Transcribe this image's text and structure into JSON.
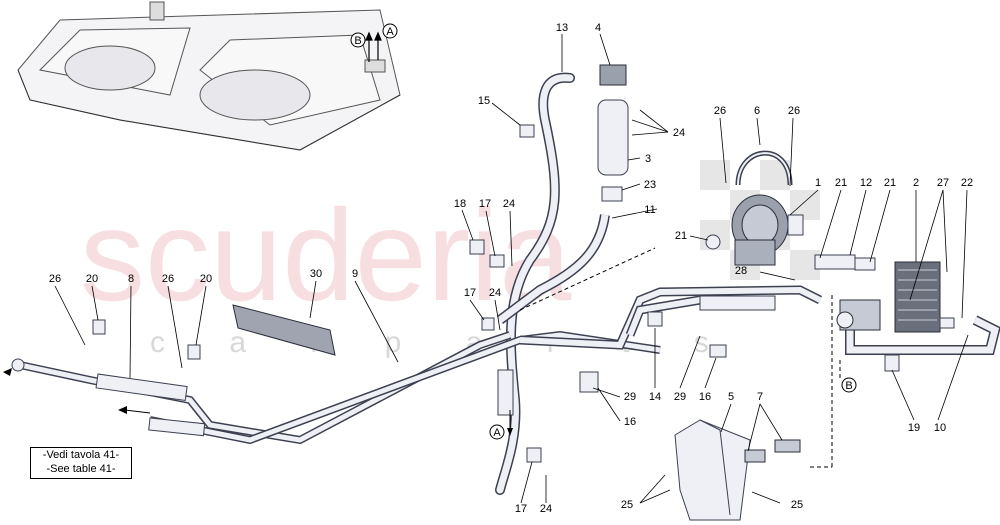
{
  "watermark": {
    "brand": "scuderia",
    "sub": "c a r p a r t s",
    "color": "#e8a0a8"
  },
  "callouts": [
    "13",
    "4",
    "15",
    "24",
    "3",
    "26",
    "6",
    "26",
    "23",
    "1",
    "21",
    "12",
    "21",
    "2",
    "27",
    "22",
    "11",
    "18",
    "17",
    "24",
    "21",
    "30",
    "9",
    "28",
    "26",
    "20",
    "8",
    "26",
    "20",
    "17",
    "24",
    "14",
    "29",
    "16",
    "29",
    "16",
    "5",
    "7",
    "19",
    "10",
    "17",
    "24",
    "25",
    "25"
  ],
  "connectors": {
    "a_top": "A",
    "b_top": "B",
    "a_bottom": "A",
    "b_right": "B"
  },
  "reference": {
    "line1": "-Vedi tavola 41-",
    "line2": "-See table 41-"
  },
  "colors": {
    "part_fill": "#eef0f6",
    "part_stroke": "#3c4050",
    "line": "#000000"
  }
}
